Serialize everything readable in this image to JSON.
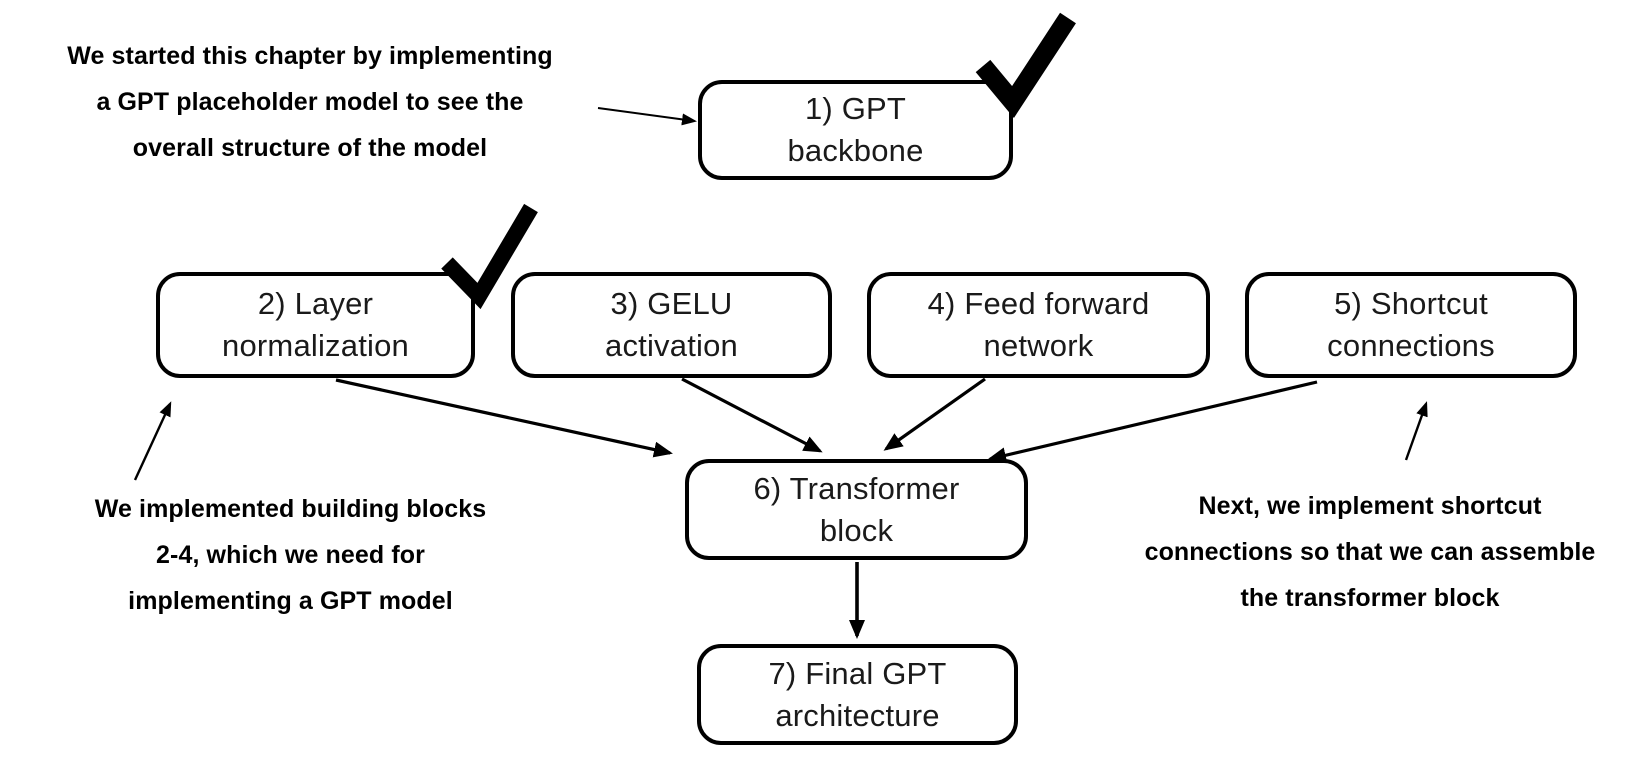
{
  "diagram": {
    "boxes": {
      "b1": {
        "line1": "1) GPT",
        "line2": "backbone",
        "checked": true
      },
      "b2": {
        "line1": "2) Layer",
        "line2": "normalization",
        "checked": true
      },
      "b3": {
        "line1": "3) GELU",
        "line2": "activation",
        "checked": false
      },
      "b4": {
        "line1": "4) Feed forward",
        "line2": "network",
        "checked": false
      },
      "b5": {
        "line1": "5) Shortcut",
        "line2": "connections",
        "checked": false
      },
      "b6": {
        "line1": "6) Transformer",
        "line2": "block",
        "checked": false
      },
      "b7": {
        "line1": "7) Final GPT",
        "line2": "architecture",
        "checked": false
      }
    },
    "annotations": {
      "intro": {
        "lines": [
          "We started this chapter by implementing",
          "a GPT placeholder model to see the",
          "overall structure of the model"
        ]
      },
      "blocks": {
        "lines": [
          "We implemented building blocks",
          "2-4, which we need for",
          "implementing a GPT model"
        ]
      },
      "next": {
        "lines": [
          "Next, we implement shortcut",
          "connections so that we can assemble",
          "the transformer block"
        ]
      }
    },
    "icons": {
      "completed_check": "✔"
    },
    "colors": {
      "background": "#ffffff",
      "box_fill": "#ffffff",
      "box_border": "#000000",
      "box_text": "#1a1a1a",
      "note_text": "#000000",
      "connector": "#000000"
    }
  }
}
